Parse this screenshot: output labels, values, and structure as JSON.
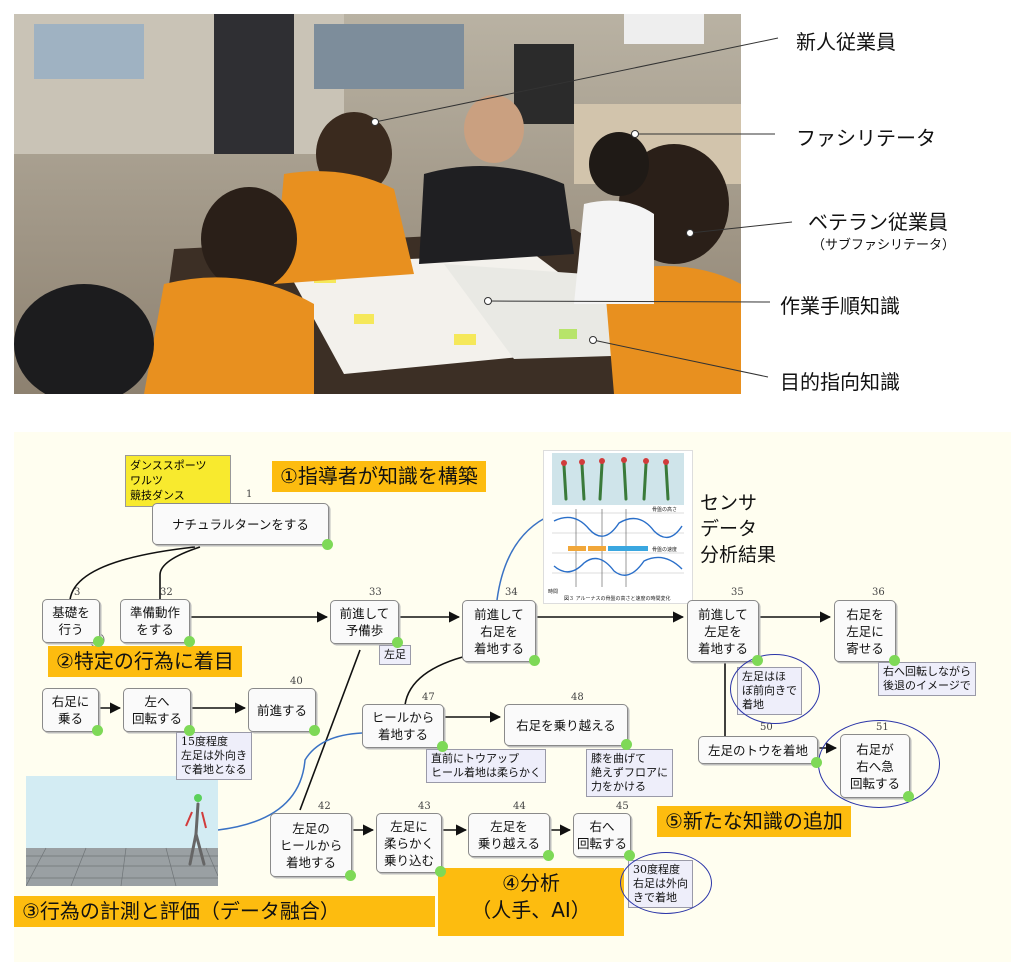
{
  "photo_labels": {
    "new_employee": "新人従業員",
    "facilitator": "ファシリテータ",
    "veteran": "ベテラン従業員",
    "veteran_sub": "（サブファシリテータ）",
    "procedure_knowledge": "作業手順知識",
    "goal_knowledge": "目的指向知識"
  },
  "diagram": {
    "genre_note": "ダンススポーツ\nワルツ\n競技ダンス",
    "steps": {
      "s1": "①指導者が知識を構築",
      "s2": "②特定の行為に着目",
      "s3": "③行為の計測と評価（データ融合）",
      "s4": "④分析\n（人手、AI）",
      "s5": "⑤新たな知識の追加"
    },
    "sensor_label": "センサ\nデータ\n分析結果",
    "sensor_caption": "図３ アルーナスの骨盤の高さと速度の時間変化",
    "sensor_axis_label": "時間",
    "sensor_height_label": "骨盤の高さ",
    "sensor_speed_label": "骨盤の速度",
    "nodes": {
      "n1": {
        "num": "1",
        "text": "ナチュラルターンをする"
      },
      "n3": {
        "num": "3",
        "text": "基礎を\n行う"
      },
      "n32": {
        "num": "32",
        "text": "準備動作\nをする"
      },
      "n33": {
        "num": "33",
        "text": "前進して\n予備歩"
      },
      "n34": {
        "num": "34",
        "text": "前進して\n右足を\n着地する"
      },
      "n35": {
        "num": "35",
        "text": "前進して\n左足を\n着地する"
      },
      "n36": {
        "num": "36",
        "text": "右足を\n左足に\n寄せる"
      },
      "nr": {
        "num": "",
        "text": "右足に\n乗る"
      },
      "nl": {
        "num": "",
        "text": "左へ\n回転する"
      },
      "n40": {
        "num": "40",
        "text": "前進する"
      },
      "n47": {
        "num": "47",
        "text": "ヒールから\n着地する"
      },
      "n48": {
        "num": "48",
        "text": "右足を乗り越える"
      },
      "n50": {
        "num": "50",
        "text": "左足のトウを着地"
      },
      "n51": {
        "num": "51",
        "text": "右足が\n右へ急\n回転する"
      },
      "n42": {
        "num": "42",
        "text": "左足の\nヒールから\n着地する"
      },
      "n43": {
        "num": "43",
        "text": "左足に\n柔らかく\n乗り込む"
      },
      "n44": {
        "num": "44",
        "text": "左足を\n乗り越える"
      },
      "n45": {
        "num": "45",
        "text": "右へ\n回転する"
      }
    },
    "notes": {
      "left_foot": "左足",
      "right_rotate": "右へ回転しながら\n後退のイメージで",
      "left_forward": "左足はほ\nぼ前向きで\n着地",
      "deg15": "15度程度\n左足は外向き\nで着地となる",
      "toe_up": "直前にトウアップ\nヒール着地は柔らかく",
      "knee": "膝を曲げて\n絶えずフロアに\n力をかける",
      "deg30": "30度程度\n右足は外向\nきで着地"
    }
  },
  "colors": {
    "highlight": "#fdbc0f",
    "diagram_bg": "#fffef0",
    "ring": "#2b35a8",
    "connector": "#3a72c4",
    "dot": "#7ed957"
  }
}
